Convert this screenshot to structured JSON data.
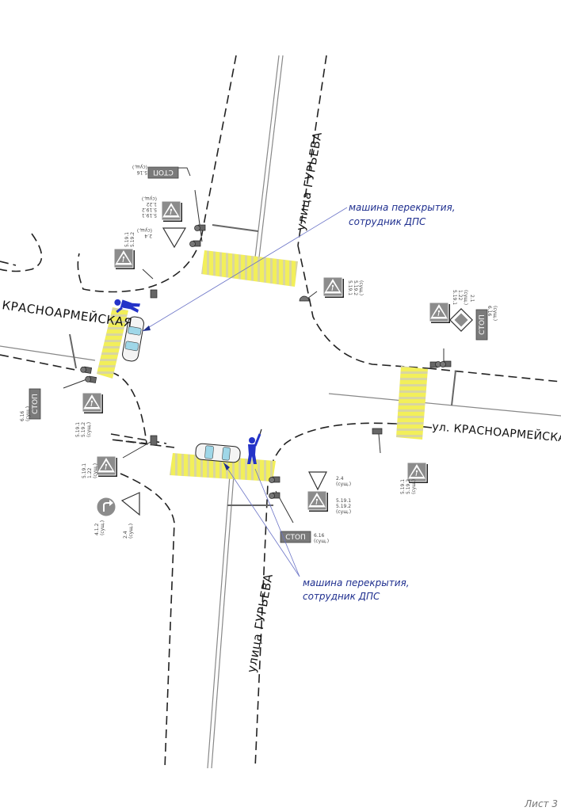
{
  "streets": {
    "north": "улица ГУРЬЕВА",
    "south": "улица ГУРЬЕВА",
    "west": "КРАСНОАРМЕЙСКАЯ",
    "east": "ул. КРАСНОАРМЕЙСКАЯ"
  },
  "notes": {
    "north": {
      "line1": "машина перекрытия,",
      "line2": "сотрудник ДПС"
    },
    "south": {
      "line1": "машина перекрытия,",
      "line2": "сотрудник ДПС"
    }
  },
  "stop_text": "СТОП",
  "sign_codes": {
    "nw_top": {
      "a": "5.16",
      "b": "(сущ.)"
    },
    "nw_mid": {
      "a": "5.19.1",
      "b": "5.19.2",
      "c": "1.22",
      "d": "(сущ.)"
    },
    "nw_ped": {
      "a": "2.4",
      "b": "(сущ.)"
    },
    "nw_low": {
      "a": "5.19.1",
      "b": "5.19.2"
    },
    "ne_ped": {
      "a": "5.19.1",
      "b": "5.19.2",
      "c": "(сущ.)"
    },
    "ne_right": {
      "a": "5.19.1",
      "b": "1.22",
      "c": "(сущ.)"
    },
    "ne_main": {
      "a": "2.1",
      "b": "6.16",
      "c": "(сущ.)"
    },
    "w_stop": {
      "a": "6.16",
      "b": "(сущ.)"
    },
    "w_ped": {
      "a": "5.19.1",
      "b": "5.19.2",
      "c": "(сущ.)"
    },
    "sw_ped": {
      "a": "5.19.1",
      "b": "1.22",
      "c": "(сущ.)"
    },
    "sw_turn": {
      "a": "4.1.2",
      "b": "(сущ.)"
    },
    "sw_tri": {
      "a": "2.4",
      "b": "(сущ.)"
    },
    "s_ped": {
      "a": "2.4",
      "b": "(сущ.)",
      "c": "5.19.1",
      "d": "5.19.2",
      "e": "(сущ.)"
    },
    "s_stop": {
      "a": "6.16",
      "b": "(сущ.)"
    },
    "e_ped": {
      "a": "5.19.1",
      "b": "5.19.2",
      "c": "(сущ.)"
    }
  },
  "sheet_label": "Лист 3",
  "colors": {
    "crosswalk": "#f2ef5a",
    "note_text": "#1f2f8f",
    "officer": "#2433c8",
    "sign_bg": "#8c8c8c",
    "stop_plate": "#7a7a7a"
  }
}
